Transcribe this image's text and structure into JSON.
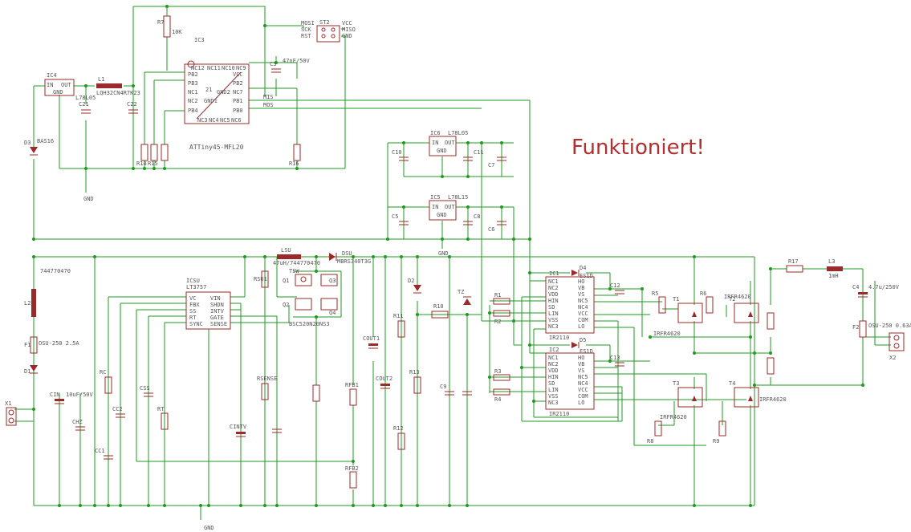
{
  "annotation": "Funktioniert!",
  "parts": {
    "ic4": {
      "name": "IC4",
      "value": "L78L05",
      "pins": {
        "in": "IN",
        "out": "OUT",
        "gnd": "GND"
      }
    },
    "l1": {
      "name": "L1",
      "value": "LQH32CN4R7K23"
    },
    "c21": "C21",
    "c22": "C22",
    "d3": "D3",
    "d3_value": "BAS16",
    "gnd_a": "GND",
    "r7": "R7",
    "r7_value": "10K",
    "ic3": {
      "name": "IC3",
      "value": "ATTiny45-MFL20",
      "pins_left": [
        "PB2",
        "PB3",
        "NC1",
        "NC2",
        "PB4"
      ],
      "pins_top": [
        "NC12",
        "NC11",
        "NC10",
        "NC9"
      ],
      "pins_right": [
        "VCC",
        "PB2",
        "NC7",
        "PB1",
        "PB0"
      ],
      "pins_bottom": [
        "NC3",
        "NC4",
        "NC5",
        "NC6"
      ],
      "center": [
        "GND1",
        "GND2"
      ],
      "pin21": "21"
    },
    "st2": {
      "name": "ST2",
      "labels_left": [
        "MOSI",
        "SCK",
        "RST"
      ],
      "labels_right": [
        "VCC",
        "MISO",
        "GND"
      ]
    },
    "c3": {
      "name": "C3",
      "value": "47nF/50V"
    },
    "r14": "R14",
    "r15": "R15",
    "r16": "R16",
    "mis": "MIS",
    "mos": "MOS",
    "ic6": {
      "name": "IC6",
      "value": "L78L05",
      "pins": {
        "in": "IN",
        "out": "OUT",
        "gnd": "GND"
      }
    },
    "ic5": {
      "name": "IC5",
      "value": "L78L15",
      "pins": {
        "in": "IN",
        "out": "OUT",
        "gnd": "GND"
      }
    },
    "c10": "C10",
    "c11": "C11",
    "c5": "C5",
    "c8": "C8",
    "c7": "C7",
    "c6": "C6",
    "gnd_b": "GND",
    "l2": {
      "name": "L2",
      "value": "744770470"
    },
    "lsu": {
      "name": "LSU",
      "value": "47uH/744770470"
    },
    "dsu": {
      "name": "DSU",
      "value": "MBRS340T3G"
    },
    "tsw": "TSW",
    "q1": "Q1",
    "q2": "Q2",
    "q3": "Q3",
    "q4": "Q4",
    "tsw_value": "BSC520N20NS3",
    "icsu": {
      "name": "ICSU",
      "value": "LT3757",
      "pins_left": [
        "VC",
        "FBX",
        "SS",
        "RT",
        "SYNC"
      ],
      "pins_right": [
        "VIN",
        "SHDN",
        "INTV",
        "GATE",
        "SENSE"
      ]
    },
    "rsu1": "RSU1",
    "f1": {
      "name": "F1",
      "value": "OSU-250 2.5A"
    },
    "d1": "D1",
    "in_jack": "X1",
    "cin": {
      "name": "CIN",
      "value": "10uF/50V"
    },
    "chz": "CHZ",
    "rc": "RC",
    "cc1": "CC1",
    "cc2": "CC2",
    "css": "CSS",
    "rt": "RT",
    "cintv": "CINTV",
    "rsense": "RSENSE",
    "rfb1": "RFB1",
    "rfb2": "RFB2",
    "cout1": "COUT1",
    "cout2": "COUT2",
    "c9": "C9",
    "r11": "R11",
    "r12": "R12",
    "r13": "R13",
    "r10": "R10",
    "d2": "D2",
    "tz": "TZ",
    "r1": "R1",
    "r2": "R2",
    "r3": "R3",
    "r4": "R4",
    "ic1": {
      "name": "IC1",
      "value": "IR2110",
      "pins_left": [
        "NC1",
        "NC2",
        "VDD",
        "HIN",
        "SD",
        "LIN",
        "VSS",
        "NC3"
      ],
      "pins_right": [
        "HO",
        "VB",
        "VS",
        "NC5",
        "NC4",
        "VCC",
        "COM",
        "LO"
      ]
    },
    "ic2": {
      "name": "IC2",
      "value": "IR2110",
      "pins_left": [
        "NC1",
        "NC2",
        "VDD",
        "HIN",
        "SD",
        "LIN",
        "VSS",
        "NC3"
      ],
      "pins_right": [
        "HO",
        "VB",
        "VS",
        "NC5",
        "NC4",
        "VCC",
        "COM",
        "LO"
      ]
    },
    "d4": {
      "name": "D4",
      "value": "ES1D"
    },
    "d5": {
      "name": "D5",
      "value": "ES1D"
    },
    "c12": "C12",
    "c13": "C13",
    "t1": {
      "name": "T1",
      "value": "IRFR4620"
    },
    "t2": {
      "name": "T2",
      "value": "IRFR4620"
    },
    "t3": {
      "name": "T3",
      "value": "IRFR4620"
    },
    "t4": {
      "name": "T4",
      "value": "IRFR4620"
    },
    "r5": "R5",
    "r6": "R6",
    "r8": "R8",
    "r9": "R9",
    "r17": "R17",
    "l3": {
      "name": "L3",
      "value": "1mH"
    },
    "c4": {
      "name": "C4",
      "value": "4.7u/250V"
    },
    "f2": {
      "name": "F2",
      "value": "OSU-250 0.63A"
    },
    "out_jack": "X2",
    "gnd_c": "GND"
  }
}
